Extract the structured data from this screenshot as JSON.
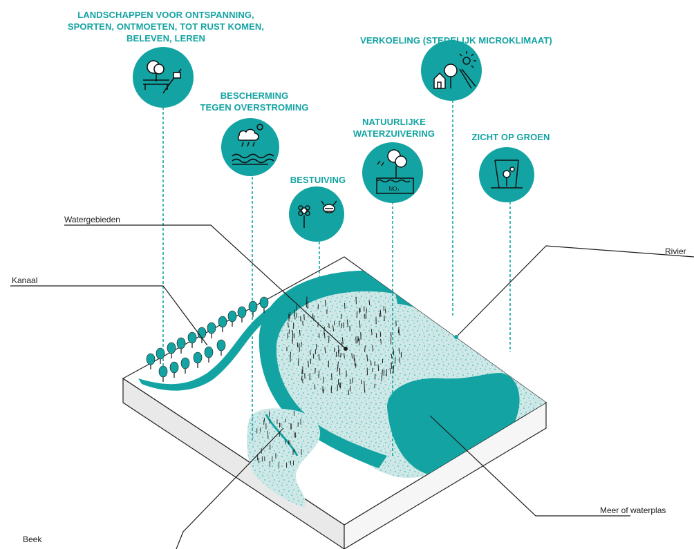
{
  "colors": {
    "accent": "#13a3a2",
    "speckle_field": "#c8e6e4",
    "ink": "#1c1c1c",
    "block_side": "#ececec"
  },
  "services": [
    {
      "label": "LANDSCHAPPEN VOOR ONTSPANNING,\nSPORTEN, ONTMOETEN, TOT RUST KOMEN,\nBELEVEN, LEREN",
      "icon": "recreation-icon"
    },
    {
      "label": "BESCHERMING\nTEGEN OVERSTROMING",
      "icon": "flood-protection-icon"
    },
    {
      "label": "BESTUIVING",
      "icon": "pollination-icon"
    },
    {
      "label": "NATUURLIJKE\nWATERZUIVERING",
      "icon": "water-purification-icon"
    },
    {
      "label": "VERKOELING (STEDELIJK MICROKLIMAAT)",
      "icon": "cooling-icon"
    },
    {
      "label": "ZICHT OP GROEN",
      "icon": "green-view-icon"
    }
  ],
  "icon_text": {
    "nitrate": "NO₃"
  },
  "callouts": {
    "watergebieden": "Watergebieden",
    "kanaal": "Kanaal",
    "rivier": "Rivier",
    "meer": "Meer of waterplas",
    "beek": "Beek"
  }
}
